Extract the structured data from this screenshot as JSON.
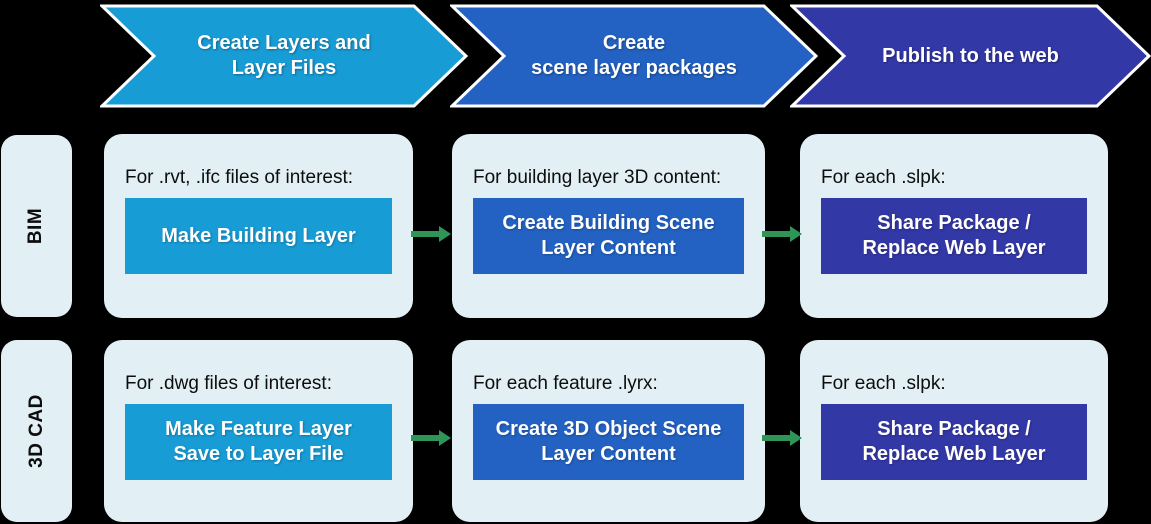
{
  "colors": {
    "background": "#000000",
    "panel": "#E2F0F6",
    "cyan": "#189CD6",
    "blue": "#2362C3",
    "indigo": "#3338A7",
    "arrow_green": "#2E9458",
    "text_dark": "#0D0D0D",
    "text_light": "#FFFFFF"
  },
  "chevrons": [
    {
      "name": "create-layers-and-layer-files",
      "lines": [
        "Create Layers and",
        "Layer Files"
      ],
      "color": "#189CD6"
    },
    {
      "name": "create-scene-layer-packages",
      "lines": [
        "Create",
        "scene layer packages"
      ],
      "color": "#2362C3"
    },
    {
      "name": "publish-to-the-web",
      "lines": [
        "Publish to the web"
      ],
      "color": "#3338A7"
    }
  ],
  "rows": [
    {
      "label": "BIM",
      "steps": [
        {
          "caption": "For .rvt, .ifc files of interest:",
          "button_lines": [
            "Make Building Layer"
          ],
          "button_color": "#189CD6"
        },
        {
          "caption": "For building layer 3D content:",
          "button_lines": [
            "Create Building Scene",
            "Layer Content"
          ],
          "button_color": "#2362C3"
        },
        {
          "caption": "For each .slpk:",
          "button_lines": [
            "Share Package /",
            "Replace Web Layer"
          ],
          "button_color": "#3338A7"
        }
      ]
    },
    {
      "label": "3D CAD",
      "steps": [
        {
          "caption": "For .dwg files of interest:",
          "button_lines": [
            "Make Feature Layer",
            "Save to Layer File"
          ],
          "button_color": "#189CD6"
        },
        {
          "caption": "For each feature .lyrx:",
          "button_lines": [
            "Create 3D Object Scene",
            "Layer Content"
          ],
          "button_color": "#2362C3"
        },
        {
          "caption": "For each .slpk:",
          "button_lines": [
            "Share Package /",
            "Replace Web Layer"
          ],
          "button_color": "#3338A7"
        }
      ]
    }
  ]
}
